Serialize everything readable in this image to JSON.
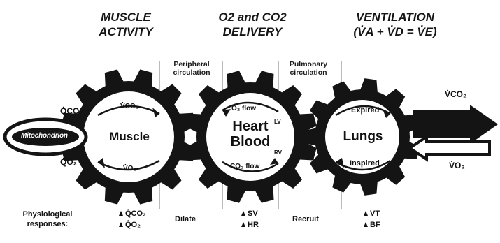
{
  "headers": {
    "muscle_activity": "MUSCLE\nACTIVITY",
    "delivery_line1": "O2 and CO2",
    "delivery_line2": "DELIVERY",
    "ventilation_line1": "VENTILATION",
    "ventilation_line2": "(V̇A + V̇D = V̇E)"
  },
  "circulation": {
    "peripheral": "Peripheral circulation",
    "pulmonary": "Pulmonary circulation"
  },
  "gears": {
    "muscle": {
      "title": "Muscle",
      "top_label": "V̇CO₂",
      "bottom_label": "V̇O₂"
    },
    "heart": {
      "title_line1": "Heart",
      "title_line2": "Blood",
      "top_label": "O₂ flow",
      "bottom_label": "CO₂ flow",
      "lv": "LV",
      "rv": "RV"
    },
    "lungs": {
      "title": "Lungs",
      "top_label": "Expired",
      "bottom_label": "Inspired"
    }
  },
  "mitochondrion": {
    "label": "Mitochondrion",
    "qco2": "Q̇CO₂",
    "qo2": "Q̇O₂"
  },
  "exchange": {
    "vco2": "V̇CO₂",
    "vo2": "V̇O₂"
  },
  "responses": {
    "label": "Physiological responses:",
    "muscle": [
      "Q̇CO₂",
      "Q̇O₂"
    ],
    "peripheral": "Dilate",
    "heart": [
      "SV",
      "HR"
    ],
    "pulmonary": "Recruit",
    "lungs": [
      "VT",
      "BF"
    ]
  },
  "colors": {
    "ink": "#141414",
    "paper": "#ffffff"
  }
}
